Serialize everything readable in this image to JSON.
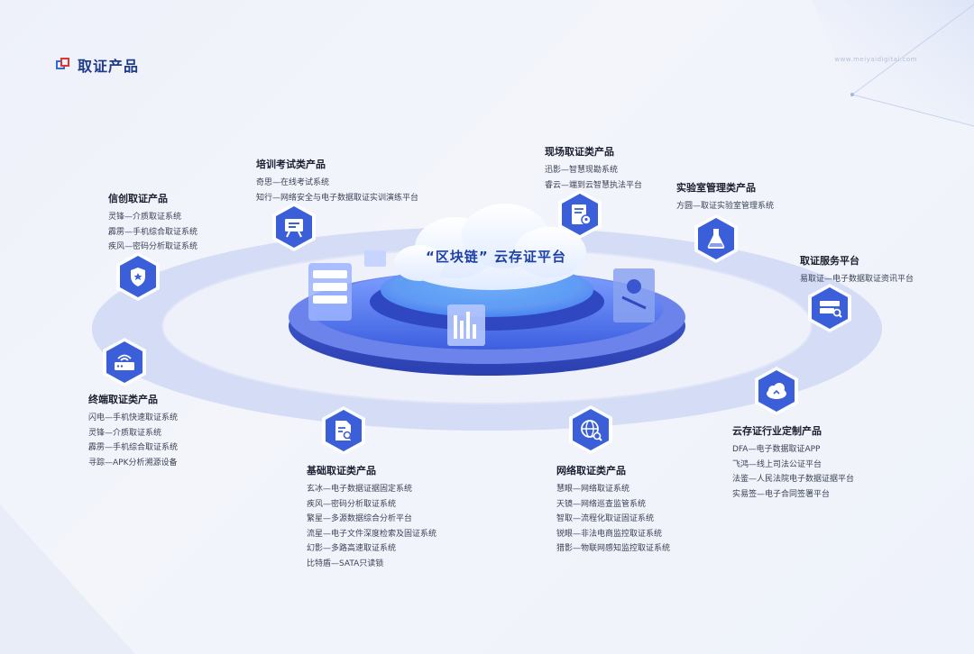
{
  "header": {
    "title": "取证产品",
    "site_url": "www.meiyaidigital.com"
  },
  "platform": {
    "title": "“区块链” 云存证平台"
  },
  "categories": [
    {
      "key": "xinchuang",
      "name": "信创取证产品",
      "icon": "shield-icon",
      "items": [
        "灵锋—介质取证系统",
        "霹雳—手机综合取证系统",
        "疾风—密码分析取证系统"
      ]
    },
    {
      "key": "training",
      "name": "培训考试类产品",
      "icon": "presentation-board-icon",
      "items": [
        "奇思—在线考试系统",
        "知行—网络安全与电子数据取证实训演练平台"
      ]
    },
    {
      "key": "onsite",
      "name": "现场取证类产品",
      "icon": "document-location-icon",
      "items": [
        "迅影—智慧现勘系统",
        "睿云—端到云智慧执法平台"
      ]
    },
    {
      "key": "lab",
      "name": "实验室管理类产品",
      "icon": "flask-icon",
      "items": [
        "方圆—取证实验室管理系统"
      ]
    },
    {
      "key": "service",
      "name": "取证服务平台",
      "icon": "server-search-icon",
      "items": [
        "易取证—电子数据取证资讯平台"
      ]
    },
    {
      "key": "cloud",
      "name": "云存证行业定制产品",
      "icon": "cloud-icon",
      "items": [
        "DFA—电子数据取证APP",
        "飞鸿—线上司法公证平台",
        "法鉴—人民法院电子数据证据平台",
        "实易签—电子合同签署平台"
      ]
    },
    {
      "key": "network",
      "name": "网络取证类产品",
      "icon": "globe-search-icon",
      "items": [
        "慧眼—网络取证系统",
        "天镜—网络巡查监管系统",
        "智取—流程化取证固证系统",
        "锐眼—非法电商监控取证系统",
        "猎影—物联网感知监控取证系统"
      ]
    },
    {
      "key": "basic",
      "name": "基础取证类产品",
      "icon": "file-search-icon",
      "items": [
        "玄冰—电子数据证据固定系统",
        "疾风—密码分析取证系统",
        "繁星—多源数据综合分析平台",
        "流星—电子文件深度检索及固证系统",
        "幻影—多路高速取证系统",
        "比特盾—SATA只读锁"
      ]
    },
    {
      "key": "terminal",
      "name": "终端取证类产品",
      "icon": "router-icon",
      "items": [
        "闪电—手机快速取证系统",
        "灵锋—介质取证系统",
        "霹雳—手机综合取证系统",
        "寻踪—APK分析溯源设备"
      ]
    }
  ],
  "colors": {
    "hex_fill": "#3b5fd9",
    "ring": "#c9d3f4",
    "accent": "#1d3fa8",
    "title_red": "#e0362f"
  }
}
